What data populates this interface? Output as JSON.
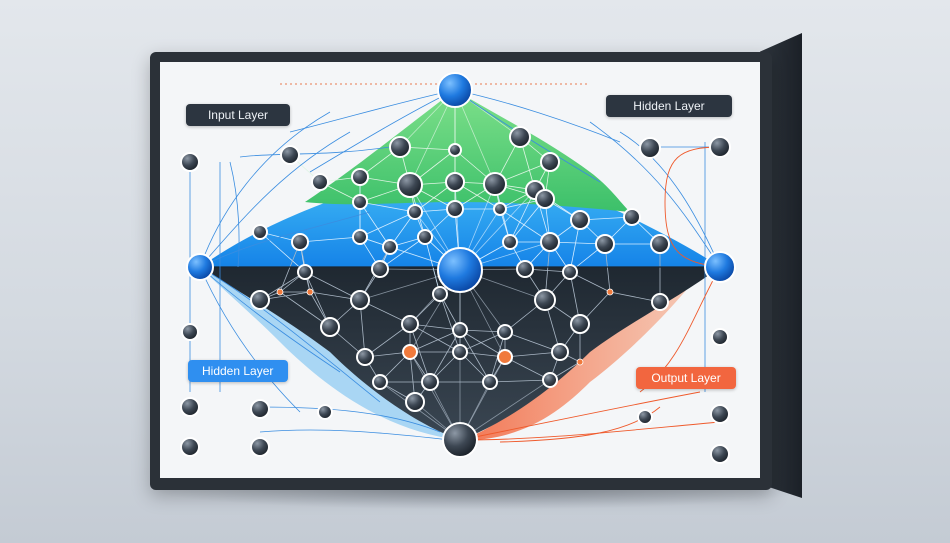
{
  "labels": {
    "input_layer": "Input Layer",
    "hidden_layer_top": "Hidden Layer",
    "hidden_layer_left": "Hidden Layer",
    "output_layer": "Output Layer"
  },
  "colors": {
    "input_region": "#55d06a",
    "hidden_region": "#1e9bf0",
    "dark_region": "#2b3641",
    "output_region": "#f2663f",
    "node_dark": "#3d4753",
    "node_blue": "#1f7ae0",
    "node_orange": "#f07a3c"
  },
  "icons": [
    "node-circle",
    "connection-line"
  ]
}
